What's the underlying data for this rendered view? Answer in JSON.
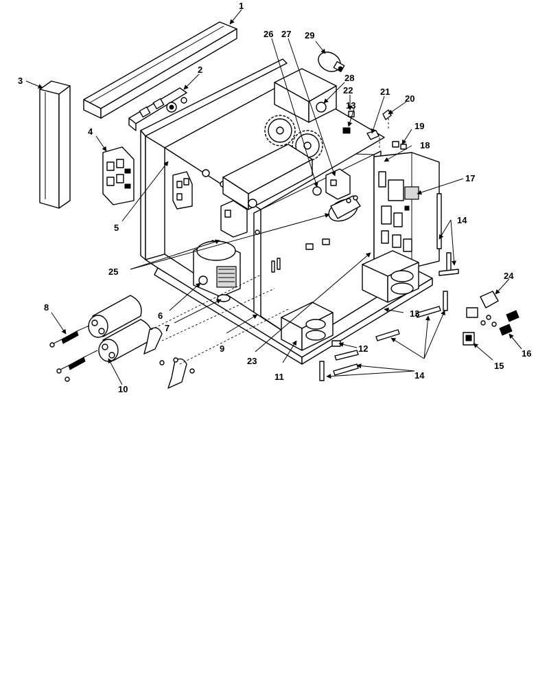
{
  "callouts": [
    "1",
    "2",
    "3",
    "4",
    "5",
    "6",
    "7",
    "8",
    "9",
    "10",
    "11",
    "12",
    "13",
    "13",
    "14",
    "14",
    "15",
    "16",
    "17",
    "18",
    "19",
    "20",
    "21",
    "22",
    "23",
    "24",
    "25",
    "26",
    "27",
    "28",
    "29"
  ],
  "colors": {
    "ink": "#000000",
    "paper": "#ffffff",
    "shade": "#d8d8d8"
  }
}
